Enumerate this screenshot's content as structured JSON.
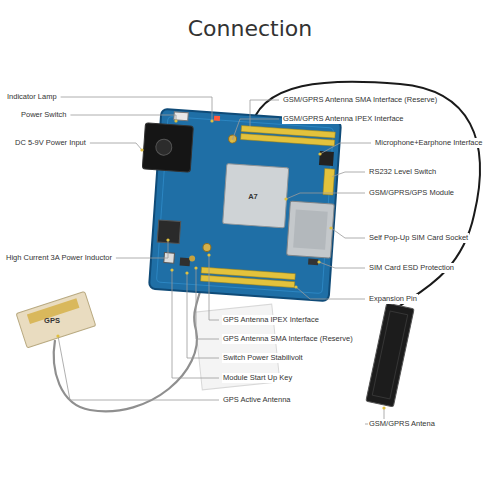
{
  "diagram": {
    "title": "Connection",
    "labels": [
      "Indicator Lamp",
      "Power Switch",
      "DC 5-9V Power Input",
      "High Current 3A Power Inductor",
      "GPS Antenna IPEX Interface",
      "GPS Antenna SMA Interface (Reserve)",
      "Switch Power Stabilivolt",
      "Module Start Up Key",
      "GPS Active Antenna",
      "GSM/GPRS Antenna SMA Interface (Reserve)",
      "GSM/GPRS Antenna IPEX Interface",
      "Microphone+Earphone Interface",
      "RS232 Level Switch",
      "GSM/GPRS/GPS Module",
      "Self Pop-Up SIM Card Socket",
      "SIM Card ESD Protection",
      "Expansion Pin",
      "GSM/GPRS Antena",
      "A7",
      "GPS"
    ]
  }
}
